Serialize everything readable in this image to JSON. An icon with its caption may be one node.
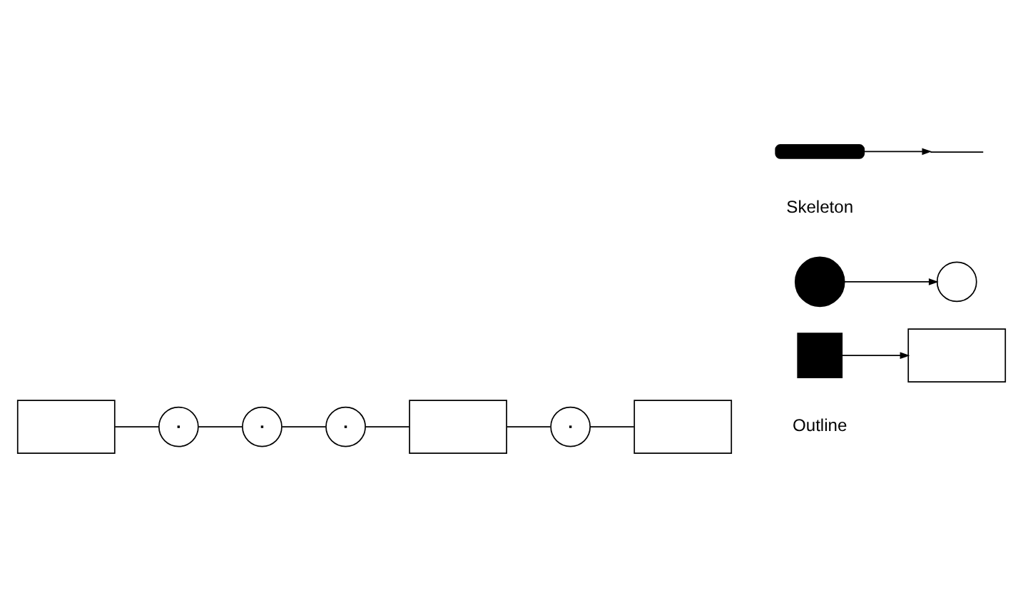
{
  "diagram": {
    "nodes": [
      {
        "text": [],
        "shape": "box"
      },
      {
        "text": [],
        "shape": "circle"
      },
      {
        "text": [],
        "shape": "circle"
      },
      {
        "text": [],
        "shape": "circle"
      },
      {
        "text": [],
        "shape": "box"
      },
      {
        "text": [],
        "shape": "circle"
      },
      {
        "text": [],
        "shape": "box"
      },
      {
        "text": [],
        "shape": "block"
      },
      {
        "text": [],
        "shape": "box"
      },
      {
        "text": [],
        "shape": "disc"
      },
      {
        "text": [],
        "shape": "circle"
      },
      {
        "text": [],
        "shape": "bar"
      },
      {
        "text": [],
        "shape": "line"
      }
    ],
    "edges": [
      {
        "from": 0,
        "to": 1,
        "arrow": "none"
      },
      {
        "from": 1,
        "to": 2,
        "arrow": "none"
      },
      {
        "from": 2,
        "to": 3,
        "arrow": "none"
      },
      {
        "from": 3,
        "to": 4,
        "arrow": "none"
      },
      {
        "from": 4,
        "to": 5,
        "arrow": "none"
      },
      {
        "from": 5,
        "to": 6,
        "arrow": "none"
      },
      {
        "from": 7,
        "to": 8,
        "arrow": "to"
      },
      {
        "from": 9,
        "to": 10,
        "arrow": "to"
      },
      {
        "from": 11,
        "to": 12,
        "arrow": "to"
      }
    ],
    "labels": [
      "Outline",
      "Skeleton"
    ]
  }
}
